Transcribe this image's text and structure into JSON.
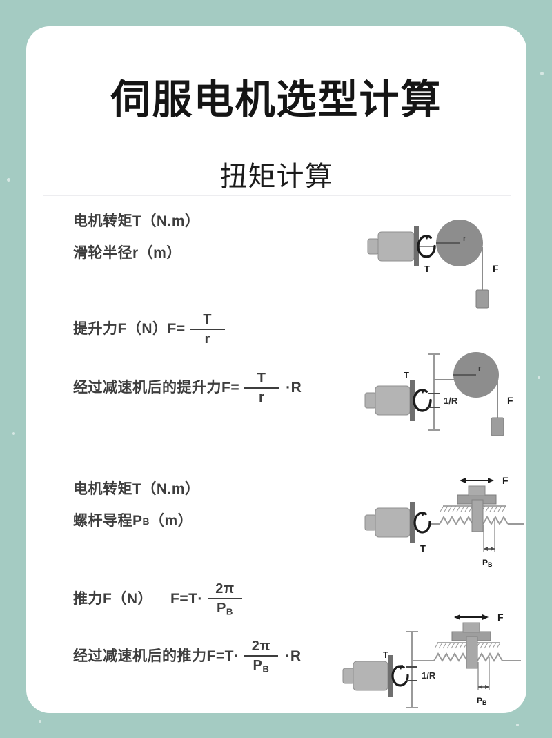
{
  "page": {
    "background_color": "#a4cbc2",
    "card_color": "#ffffff",
    "title": "伺服电机选型计算",
    "subtitle": "扭矩计算"
  },
  "sections": [
    {
      "id": "pulley-direct",
      "lines": [
        {
          "text": "电机转矩T（N.m）"
        },
        {
          "text": "滑轮半径r（m）"
        }
      ],
      "formula": {
        "lead": "提升力F（N）F=",
        "numerator": "T",
        "denominator": "r",
        "trailing": ""
      },
      "diagram": {
        "name": "motor-pulley-load",
        "labels": {
          "torque": "T",
          "radius": "r",
          "force": "F"
        }
      }
    },
    {
      "id": "pulley-geared",
      "formula": {
        "lead": "经过减速机后的提升力F=",
        "numerator": "T",
        "denominator": "r",
        "trailing": "·R"
      },
      "diagram": {
        "name": "motor-gearbox-pulley-load",
        "labels": {
          "torque": "T",
          "ratio": "1/R",
          "radius": "r",
          "force": "F"
        }
      }
    },
    {
      "id": "screw-direct",
      "lines": [
        {
          "text": "电机转矩T（N.m）"
        },
        {
          "text": "螺杆导程P",
          "sub": "B",
          "tail": "（m）"
        }
      ],
      "formula": {
        "lead": "推力F（N）",
        "eq": "F=T·",
        "numerator": "2π",
        "denominator": "PB",
        "trailing": ""
      },
      "diagram": {
        "name": "motor-ballscrew-table",
        "labels": {
          "torque": "T",
          "force": "F",
          "lead": "PB"
        }
      }
    },
    {
      "id": "screw-geared",
      "formula": {
        "lead": "经过减速机后的推力F=T·",
        "numerator": "2π",
        "denominator": "PB",
        "trailing": "·R"
      },
      "diagram": {
        "name": "motor-gearbox-ballscrew-table",
        "labels": {
          "torque": "T",
          "ratio": "1/R",
          "force": "F",
          "lead": "PB"
        }
      }
    }
  ],
  "symbols": {
    "T": "T",
    "r": "r",
    "F": "F",
    "R": "R",
    "ratio": "1/R",
    "PB_base": "P",
    "PB_sub": "B",
    "two_pi": "2π",
    "dot": "·",
    "unit_nm": "（N.m）",
    "unit_m": "（m）",
    "unit_n": "（N）"
  },
  "colors": {
    "accent": "#a4cbc2",
    "card": "#ffffff",
    "text": "#3d3d3d",
    "title": "#151515",
    "machine_body": "#b2b2b2",
    "machine_dark": "#8d8d8d",
    "machine_edge": "#6f6f6f",
    "line": "#9a9a9a"
  }
}
